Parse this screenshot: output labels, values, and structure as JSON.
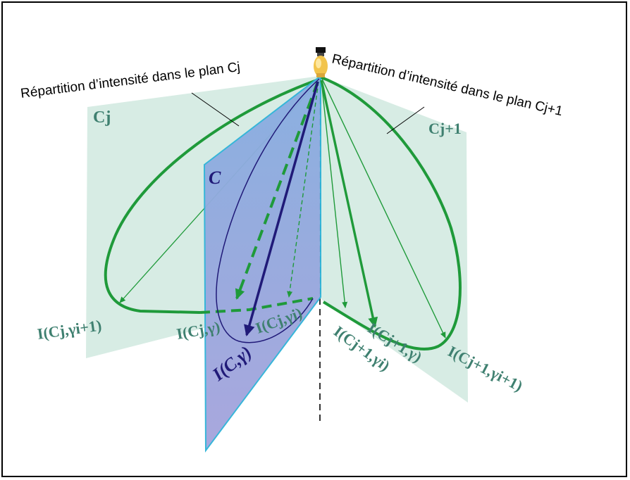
{
  "labels": {
    "curve_cj": "Répartition d’intensité dans le plan Cj",
    "curve_cj1": "Répartition d’intensité dans le plan Cj+1",
    "plane_cj_name": "Cj",
    "plane_cj1_name": "Cj+1",
    "plane_c_name": "C",
    "i_cj_gi1": "I(Cj,γi+1)",
    "i_cj_g": "I(Cj,γ)",
    "i_cj_gi": "I(Cj,γi)",
    "i_c_g": "I(C,γ)",
    "i_cj1_gi": "I(Cj+1,γi)",
    "i_cj1_g": "I(Cj+1,γ)",
    "i_cj1_gi1": "I(Cj+1,γi+1)"
  },
  "colors": {
    "plane_left": "#d5ebe3",
    "plane_right": "#d5ebe3",
    "plane_c": "#8eaadc",
    "plane_c_border": "#2fb4d8",
    "green": "#1f9a3a",
    "teal_text": "#3f8070",
    "navy": "#201a78"
  }
}
